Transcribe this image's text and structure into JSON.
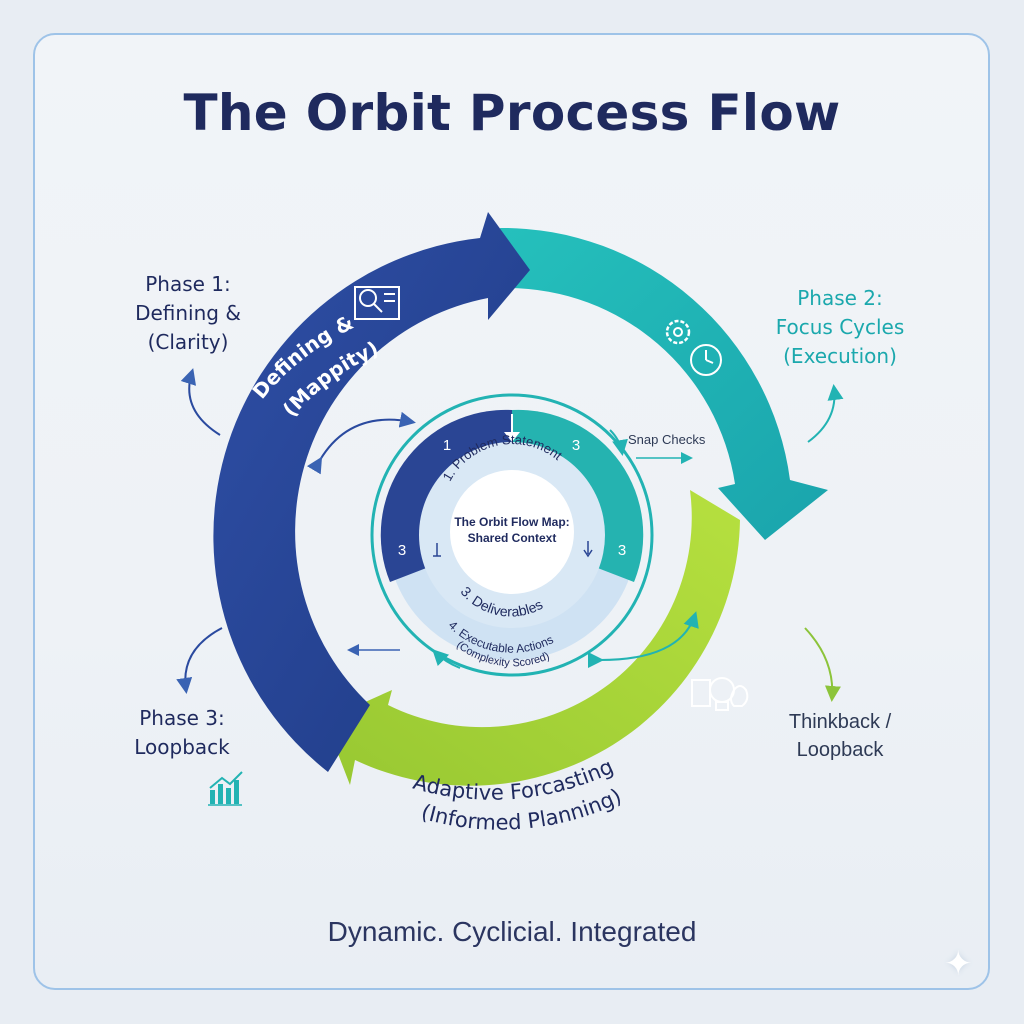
{
  "title": "The Orbit Process Flow",
  "phases": {
    "phase1": {
      "line1": "Phase 1:",
      "line2": "Defining &",
      "line3": "(Clarity)"
    },
    "phase2": {
      "line1": "Phase 2:",
      "line2": "Focus Cycles",
      "line3": "(Execution)"
    },
    "phase3": {
      "line1": "Phase 3:",
      "line2": "Loopback"
    }
  },
  "arcs": {
    "blue": {
      "line1": "Defining &",
      "line2": "(Mappity)"
    },
    "green": {
      "line1": "Adaptive Forcasting",
      "line2": "(Informed Planning)"
    }
  },
  "side": {
    "snap_checks": "Snap Checks",
    "thinkback_line1": "Thinkback /",
    "thinkback_line2": "Loopback"
  },
  "center": {
    "title_line1": "The Orbit Flow Map:",
    "title_line2": "Shared Context",
    "problem": "1. Problem Statement",
    "deliverables": "3. Deliverables",
    "actions_line1": "4. Executable Actions",
    "actions_line2": "(Complexity Scored)",
    "n_top_left": "1",
    "n_top_right": "3",
    "n_left": "3",
    "n_right": "3"
  },
  "footer": "Dynamic. Cyclicial. Integrated",
  "colors": {
    "navy": "#263f8e",
    "teal": "#22b3b3",
    "lime": "#a5d23a",
    "title": "#1f2a5e",
    "light_blue": "#cfe2f3"
  },
  "icons": [
    "map-search-icon",
    "gear-timer-icon",
    "lightbulb-doc-icon",
    "bar-chart-icon",
    "sparkle-icon"
  ]
}
